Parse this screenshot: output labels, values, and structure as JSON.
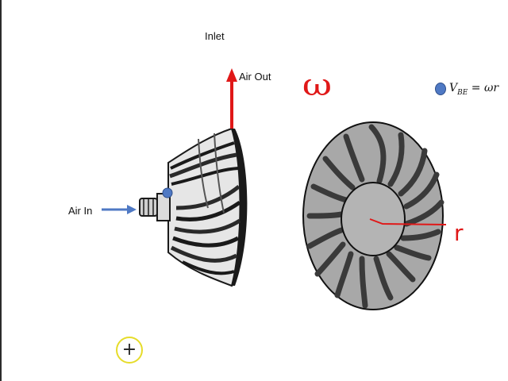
{
  "labels": {
    "inlet": "Inlet",
    "air_out": "Air Out",
    "air_in": "Air In",
    "omega": "ω",
    "r": "r"
  },
  "formula": {
    "v": "V",
    "sub": "BE",
    "rhs": " = ωr"
  },
  "colors": {
    "air_out_arrow": "#e01818",
    "air_in_arrow": "#4f79c4",
    "marker_dot": "#4f79c4",
    "handwriting": "#e01818",
    "wheel_outer": "#a8a8a8",
    "wheel_hub": "#b4b4b4",
    "blades": "#3a3a3a",
    "cursor_ring": "#e6dc2a"
  },
  "icons": {
    "cursor": "crosshair-cursor-icon"
  }
}
